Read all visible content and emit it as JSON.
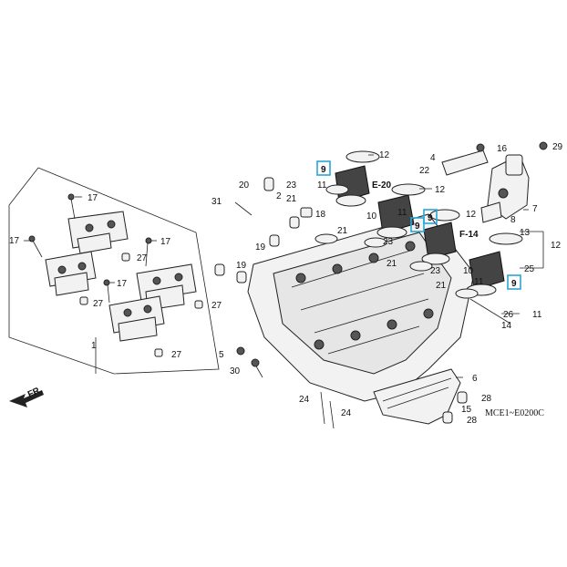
{
  "callouts": {
    "c1": "1",
    "c2": "2",
    "c4": "4",
    "c5": "5",
    "c6": "6",
    "c7": "7",
    "c8": "8",
    "c9a": "9",
    "c9b": "9",
    "c9c": "9",
    "c9d": "9",
    "c10a": "10",
    "c10b": "10",
    "c11a": "11",
    "c11b": "11",
    "c11c": "11",
    "c11d": "11",
    "c12a": "12",
    "c12b": "12",
    "c12c": "12",
    "c12d": "12",
    "c13": "13",
    "c14": "14",
    "c15": "15",
    "c16": "16",
    "c17a": "17",
    "c17b": "17",
    "c17c": "17",
    "c17d": "17",
    "c18": "18",
    "c19a": "19",
    "c19b": "19",
    "c20": "20",
    "c21a": "21",
    "c21b": "21",
    "c21c": "21",
    "c21d": "21",
    "c22": "22",
    "c23a": "23",
    "c23b": "23",
    "c23c": "23",
    "c24a": "24",
    "c24b": "24",
    "c25": "25",
    "c26": "26",
    "c27a": "27",
    "c27b": "27",
    "c27c": "27",
    "c27d": "27",
    "c28a": "28",
    "c28b": "28",
    "c29": "29",
    "c30": "30",
    "c31": "31"
  },
  "refs": {
    "e20": "E-20",
    "f14": "F-14"
  },
  "direction": "FR.",
  "diagram_code": "MCE1~E0200C",
  "colors": {
    "highlight": "#2aa7d6",
    "ink": "#111111"
  }
}
